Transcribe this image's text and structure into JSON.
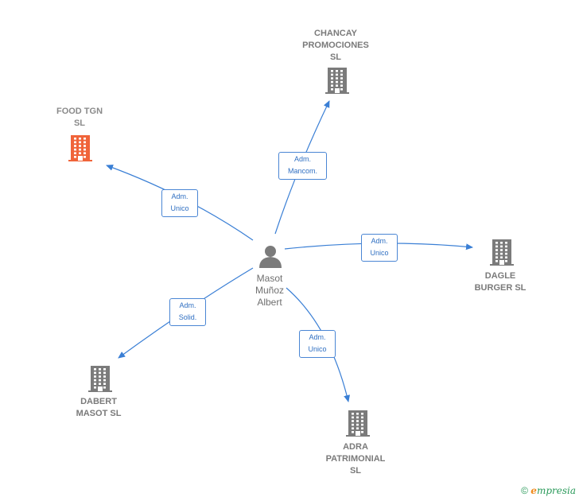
{
  "colors": {
    "edge": "#3a7fd5",
    "company_icon": "#7b7b7b",
    "company_icon_highlight": "#f0643a",
    "person_icon": "#7b7b7b"
  },
  "center": {
    "name": "Masot\nMuñoz\nAlbert",
    "icon": "person-icon"
  },
  "companies": [
    {
      "id": "chancay",
      "name": "CHANCAY\nPROMOCIONES\nSL",
      "icon": "building-icon"
    },
    {
      "id": "food",
      "name": "FOOD TGN\nSL",
      "icon": "building-icon",
      "highlight": true
    },
    {
      "id": "dagle",
      "name": "DAGLE\nBURGER  SL",
      "icon": "building-icon"
    },
    {
      "id": "dabert",
      "name": "DABERT\nMASOT SL",
      "icon": "building-icon"
    },
    {
      "id": "adra",
      "name": "ADRA\nPATRIMONIAL\nSL",
      "icon": "building-icon"
    }
  ],
  "relations": [
    {
      "to": "chancay",
      "label": "Adm.\nMancom."
    },
    {
      "to": "food",
      "label": "Adm.\nUnico"
    },
    {
      "to": "dagle",
      "label": "Adm.\nUnico"
    },
    {
      "to": "dabert",
      "label": "Adm.\nSolid."
    },
    {
      "to": "adra",
      "label": "Adm.\nUnico"
    }
  ],
  "footer": {
    "copyright": "©",
    "brand_initial": "e",
    "brand_rest": "mpresia"
  }
}
